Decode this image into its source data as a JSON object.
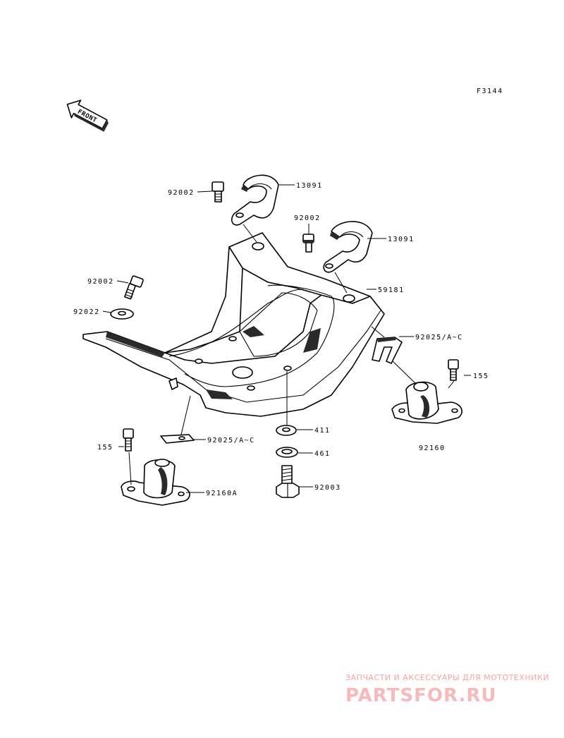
{
  "figure_code": "F3144",
  "front_arrow": {
    "text": "FRONT",
    "icon": "front-direction-arrow-icon"
  },
  "callouts": {
    "bolt_clamp_left": "92002",
    "clamp_left": "13091",
    "bolt_clamp_right": "92002",
    "clamp_right": "13091",
    "bracket": "59181",
    "bolt_left": "92002",
    "washer_left": "92022",
    "plate_right": "92025/A~C",
    "bolt_mount_right": "155",
    "mount_right": "92160",
    "washer_411": "411",
    "washer_461": "461",
    "plate_left": "92025/A~C",
    "bolt_mount_left": "155",
    "bolt_center": "92003",
    "mount_left": "92160A"
  },
  "watermark": {
    "line1": "ЗАПЧАСТИ И АКСЕССУАРЫ ДЛЯ МОТОТЕХНИКИ",
    "logo": "PARTSFOR.RU"
  },
  "colors": {
    "ink": "#000000",
    "watermark": "#f3a3a3",
    "background": "#ffffff"
  }
}
